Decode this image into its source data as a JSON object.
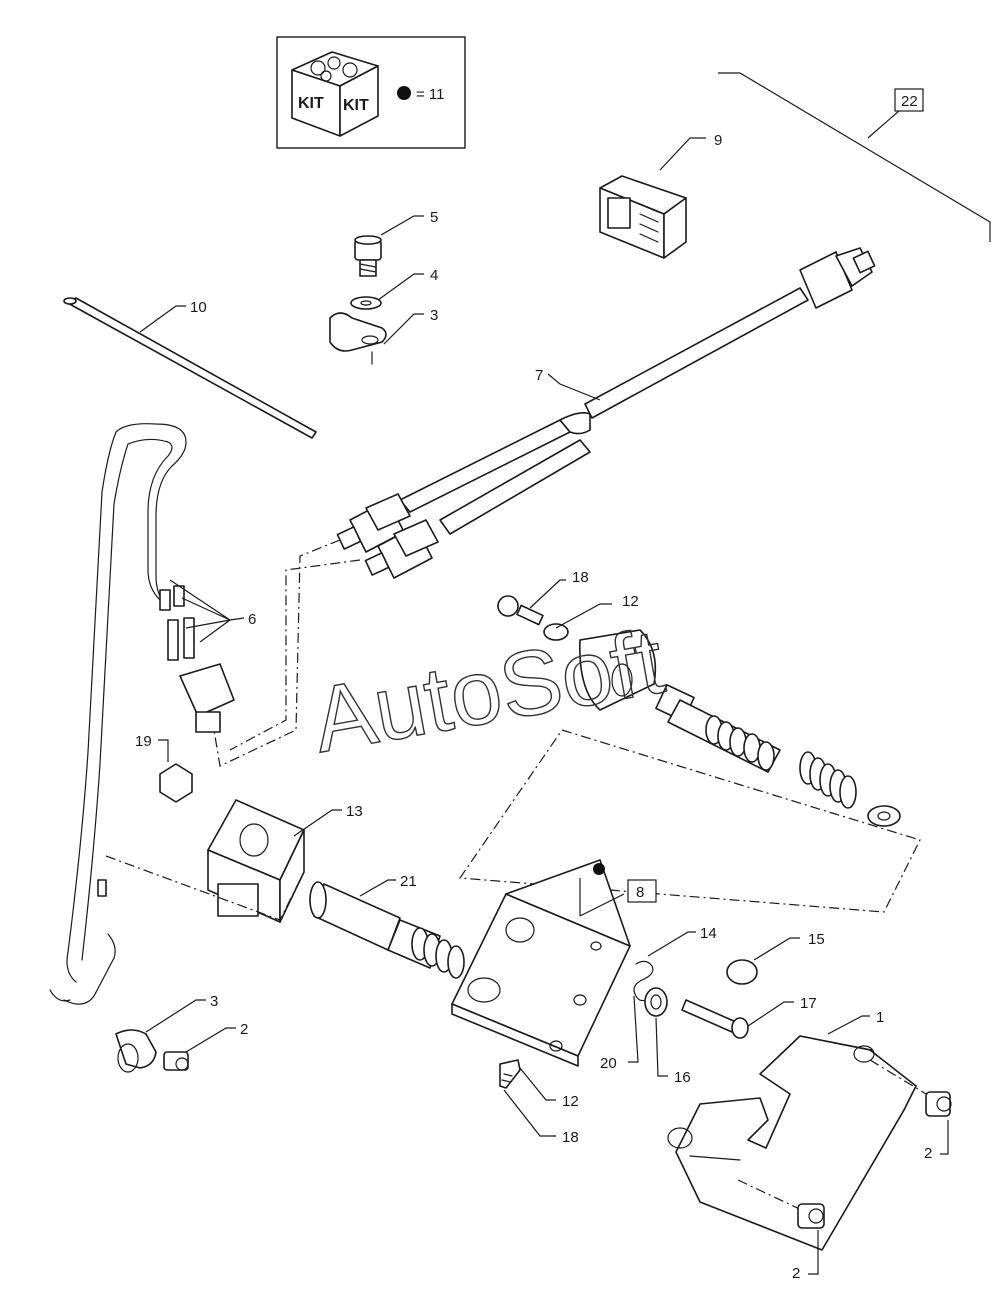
{
  "kit_box": {
    "kit_label_left": "KIT",
    "kit_label_right": "KIT",
    "equation": "= 11",
    "marker_symbol": "11"
  },
  "callouts": {
    "c1": "1",
    "c2a": "2",
    "c2b": "2",
    "c2c": "2",
    "c3a": "3",
    "c3b": "3",
    "c4": "4",
    "c5": "5",
    "c6": "6",
    "c7": "7",
    "c8": "8",
    "c9": "9",
    "c10": "10",
    "c12a": "12",
    "c12b": "12",
    "c13": "13",
    "c14": "14",
    "c15": "15",
    "c16": "16",
    "c17": "17",
    "c18a": "18",
    "c18b": "18",
    "c19": "19",
    "c20": "20",
    "c21": "21",
    "c22": "22",
    "marker_8": "11"
  },
  "watermark": "AutoSoft",
  "colors": {
    "line": "#1a1a1a",
    "background": "#ffffff",
    "marker": "#111111"
  }
}
